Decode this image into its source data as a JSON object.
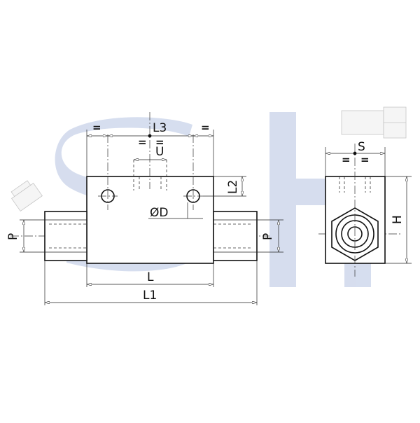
{
  "watermark": {
    "text": "SH",
    "color": "#cfd8ec"
  },
  "dimensions": {
    "l3": "L3",
    "u": "U",
    "l2": "L2",
    "od": "ØD",
    "p_left": "P",
    "p_right": "P",
    "l": "L",
    "l1": "L1",
    "s": "S",
    "h": "H"
  },
  "equal_marks": {
    "left_top": "=",
    "right_top": "=",
    "l3_left": "=",
    "l3_right": "=",
    "s_left": "=",
    "s_right": "="
  },
  "colors": {
    "line": "#111111",
    "watermark": "#cfd8ec"
  }
}
